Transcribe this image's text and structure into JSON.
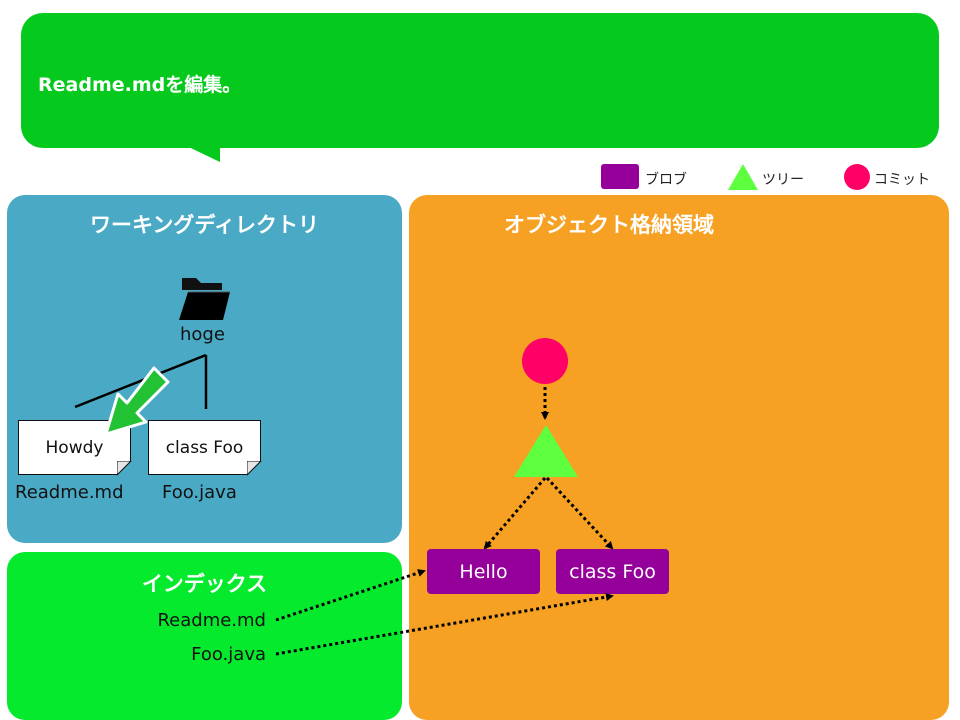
{
  "bubble": {
    "text": "Readme.mdを編集。"
  },
  "legend": {
    "blob_label": "ブロブ",
    "tree_label": "ツリー",
    "commit_label": "コミット",
    "colors": {
      "blob": "#95009a",
      "tree": "#5eff3f",
      "commit": "#ff0066"
    }
  },
  "working_directory": {
    "title": "ワーキングディレクトリ",
    "folder_name": "hoge",
    "folder_icon": "folder-icon",
    "files": [
      {
        "name": "Readme.md",
        "content": "Howdy"
      },
      {
        "name": "Foo.java",
        "content": "class Foo"
      }
    ],
    "edit_arrow_icon": "green-arrow-icon",
    "colors": {
      "panel": "#4aaac6"
    }
  },
  "index": {
    "title": "インデックス",
    "entries": [
      "Readme.md",
      "Foo.java"
    ],
    "colors": {
      "panel": "#05ea2c"
    }
  },
  "object_store": {
    "title": "オブジェクト格納領域",
    "blobs": [
      "Hello",
      "class Foo"
    ],
    "colors": {
      "panel": "#f6a123"
    }
  }
}
